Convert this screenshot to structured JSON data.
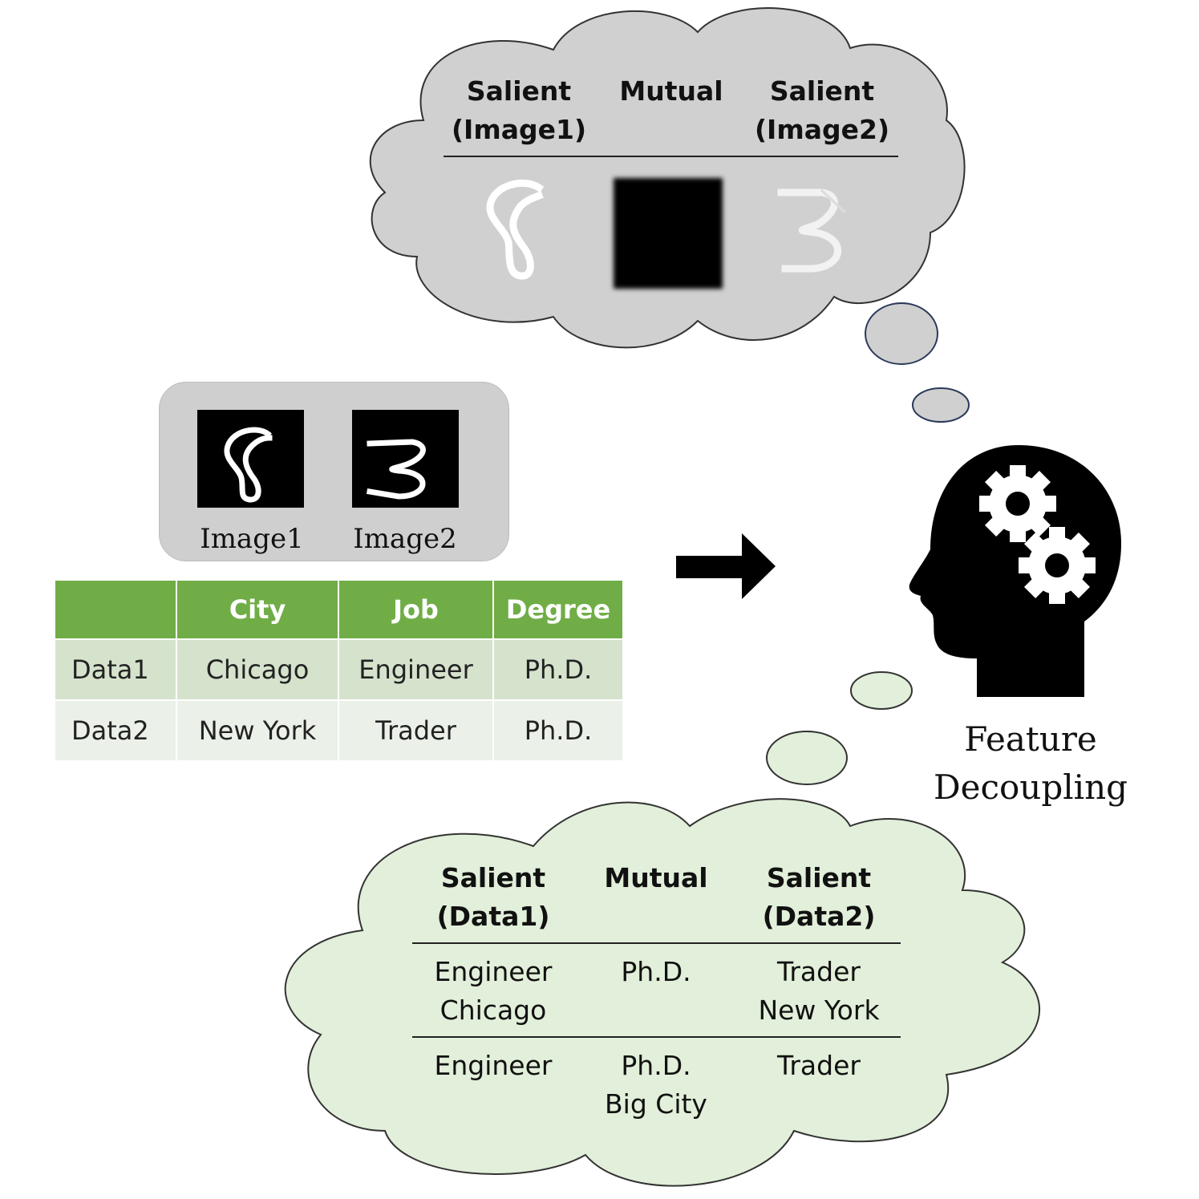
{
  "top_cloud": {
    "headers": [
      "Salient\n(Image1)",
      "Mutual",
      "Salient\n(Image2)"
    ],
    "fill": "#d0d0d0"
  },
  "input_images": {
    "labels": [
      "Image1",
      "Image2"
    ],
    "box_fill": "#cfcfcf"
  },
  "table": {
    "columns": [
      "",
      "City",
      "Job",
      "Degree"
    ],
    "rows": [
      [
        "Data1",
        "Chicago",
        "Engineer",
        "Ph.D."
      ],
      [
        "Data2",
        "New York",
        "Trader",
        "Ph.D."
      ]
    ],
    "header_color": "#70ad47",
    "row1_color": "#d5e3cd",
    "row2_color": "#ebf1e8"
  },
  "arrow_icon": "right-arrow-icon",
  "head_icon": "head-with-gears-icon",
  "feature_label": "Feature\nDecoupling",
  "bottom_cloud": {
    "headers": [
      "Salient\n(Data1)",
      "Mutual",
      "Salient\n(Data2)"
    ],
    "row1": [
      "Engineer\nChicago",
      "Ph.D.",
      "Trader\nNew York"
    ],
    "row2": [
      "Engineer",
      "Ph.D.\nBig City",
      "Trader"
    ],
    "fill": "#e2efda"
  }
}
